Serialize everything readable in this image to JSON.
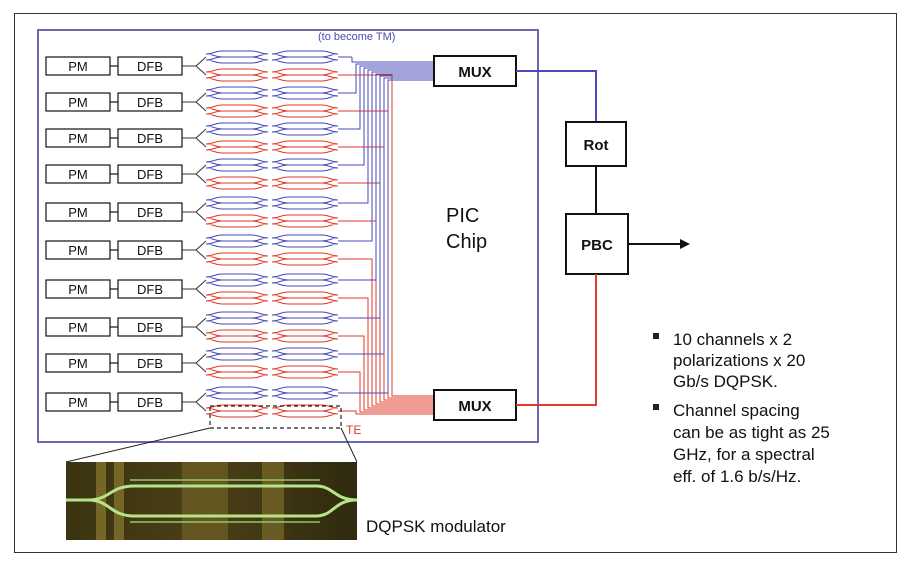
{
  "diagram": {
    "tm_note": "(to become TM)",
    "te_note": "TE",
    "chip_label_line1": "PIC",
    "chip_label_line2": "Chip",
    "channels": [
      {
        "pm": "PM",
        "dfb": "DFB"
      },
      {
        "pm": "PM",
        "dfb": "DFB"
      },
      {
        "pm": "PM",
        "dfb": "DFB"
      },
      {
        "pm": "PM",
        "dfb": "DFB"
      },
      {
        "pm": "PM",
        "dfb": "DFB"
      },
      {
        "pm": "PM",
        "dfb": "DFB"
      },
      {
        "pm": "PM",
        "dfb": "DFB"
      },
      {
        "pm": "PM",
        "dfb": "DFB"
      },
      {
        "pm": "PM",
        "dfb": "DFB"
      },
      {
        "pm": "PM",
        "dfb": "DFB"
      }
    ],
    "mux_top": "MUX",
    "mux_bottom": "MUX",
    "rot": "Rot",
    "pbc": "PBC",
    "modulator_caption": "DQPSK modulator",
    "colors": {
      "tm": "#4a4ab8",
      "te": "#e23a2a",
      "frame": "#6a6ab0",
      "ink": "#111111"
    }
  },
  "bullets": [
    {
      "lines": [
        "10 channels x 2",
        "polarizations x 20",
        "Gb/s DQPSK."
      ]
    },
    {
      "lines": [
        "Channel spacing",
        "can be as tight as 25",
        "GHz, for a spectral",
        "eff. of 1.6 b/s/Hz."
      ]
    }
  ]
}
